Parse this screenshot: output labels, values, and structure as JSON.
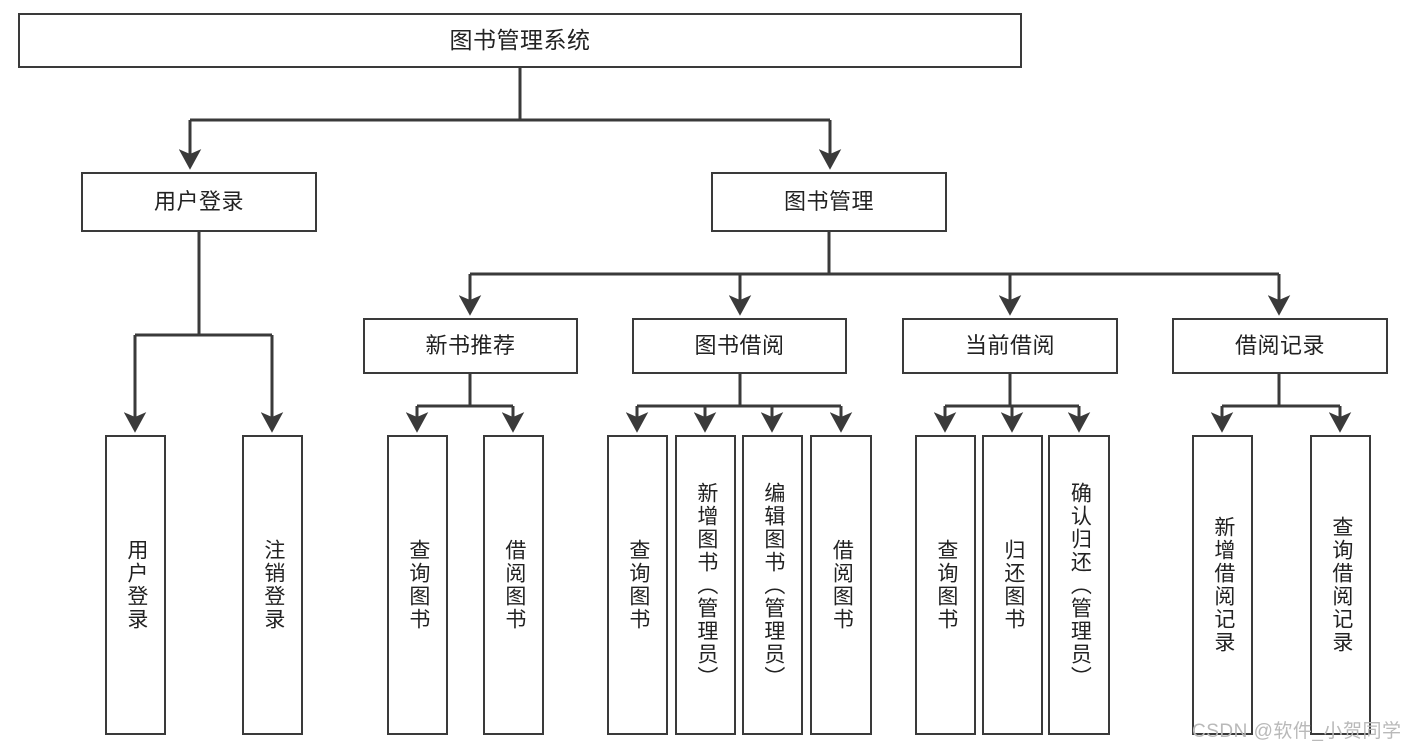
{
  "diagram": {
    "title": "图书管理系统",
    "type": "hierarchy-tree",
    "root": {
      "label": "图书管理系统"
    },
    "level2": [
      {
        "label": "用户登录"
      },
      {
        "label": "图书管理"
      }
    ],
    "level3": [
      {
        "label": "新书推荐"
      },
      {
        "label": "图书借阅"
      },
      {
        "label": "当前借阅"
      },
      {
        "label": "借阅记录"
      }
    ],
    "leaves": {
      "user_login": [
        {
          "label": "用户登录"
        },
        {
          "label": "注销登录"
        }
      ],
      "new_book": [
        {
          "label": "查询图书"
        },
        {
          "label": "借阅图书"
        }
      ],
      "book_borrow": [
        {
          "label": "查询图书"
        },
        {
          "label": "新增图书（管理员）"
        },
        {
          "label": "编辑图书（管理员）"
        },
        {
          "label": "借阅图书"
        }
      ],
      "current_borrow": [
        {
          "label": "查询图书"
        },
        {
          "label": "归还图书"
        },
        {
          "label": "确认归还（管理员）"
        }
      ],
      "borrow_record": [
        {
          "label": "新增借阅记录"
        },
        {
          "label": "查询借阅记录"
        }
      ]
    }
  },
  "watermark": {
    "text": "CSDN @软件_小贺同学"
  },
  "colors": {
    "stroke": "#3a3a3a",
    "background": "#ffffff",
    "text": "#222222",
    "watermark": "#b9b9b9"
  }
}
